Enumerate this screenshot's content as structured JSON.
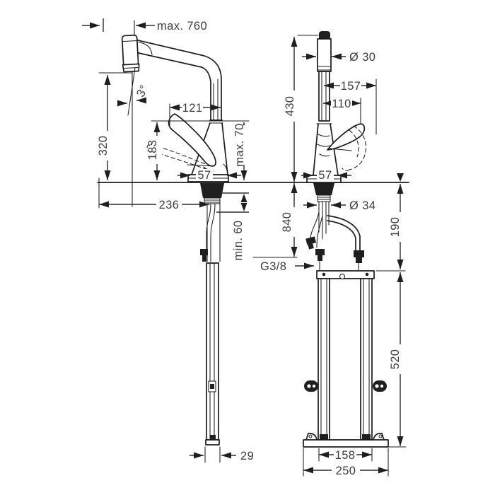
{
  "drawing": {
    "subject": "kitchen-mixer-installation-drawing",
    "colors": {
      "line": "#1c1c1c",
      "text": "#3e3e3e",
      "background": "#ffffff"
    },
    "side_view": {
      "spout_pullout": "max. 760",
      "spray_angle": "3°",
      "spout_offset": "121",
      "outlet_height": "320",
      "handle_tip_height": "183",
      "handle_overhang": "max. 70",
      "body_width": "57",
      "reach": "236",
      "min_clearance": "min. 60",
      "rail_width": "29"
    },
    "front_view": {
      "spout_diameter": "Ø 30",
      "handle_swing_max": "157",
      "handle_swing": "110",
      "total_height": "430",
      "body_width": "57",
      "shank_diameter": "Ø 34",
      "hose_length": "840",
      "clearance_below": "190",
      "connection_thread": "G3/8",
      "rail_height": "520",
      "rail_spacing": "158",
      "baseplate_width": "250"
    }
  }
}
